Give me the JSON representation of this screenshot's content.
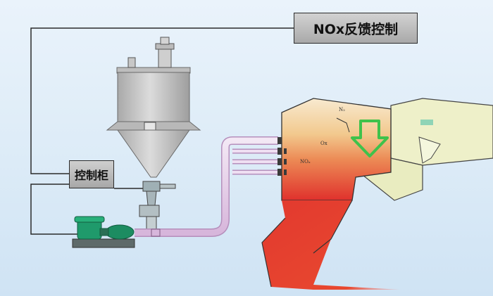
{
  "labels": {
    "nox_feedback_control": "NOx反馈控制",
    "control_cabinet": "控制柜",
    "n2": "N₂",
    "small_1": "Ox",
    "small_2": "NOₓ"
  },
  "colors": {
    "background": "#dcebf7",
    "wire": "#2a2a2a",
    "silo_body": "#c9c9c9",
    "pipe": "#e3cbe6",
    "furnace_top": "#f7e6c3",
    "furnace_bottom": "#e0312c",
    "arrow": "#3fc24b",
    "pump": "#1f9a6b",
    "hopper_fill": "#f1f2d0"
  },
  "icons": [
    "down-arrow-icon",
    "pump-icon",
    "valve-icon",
    "nozzle-icon"
  ]
}
